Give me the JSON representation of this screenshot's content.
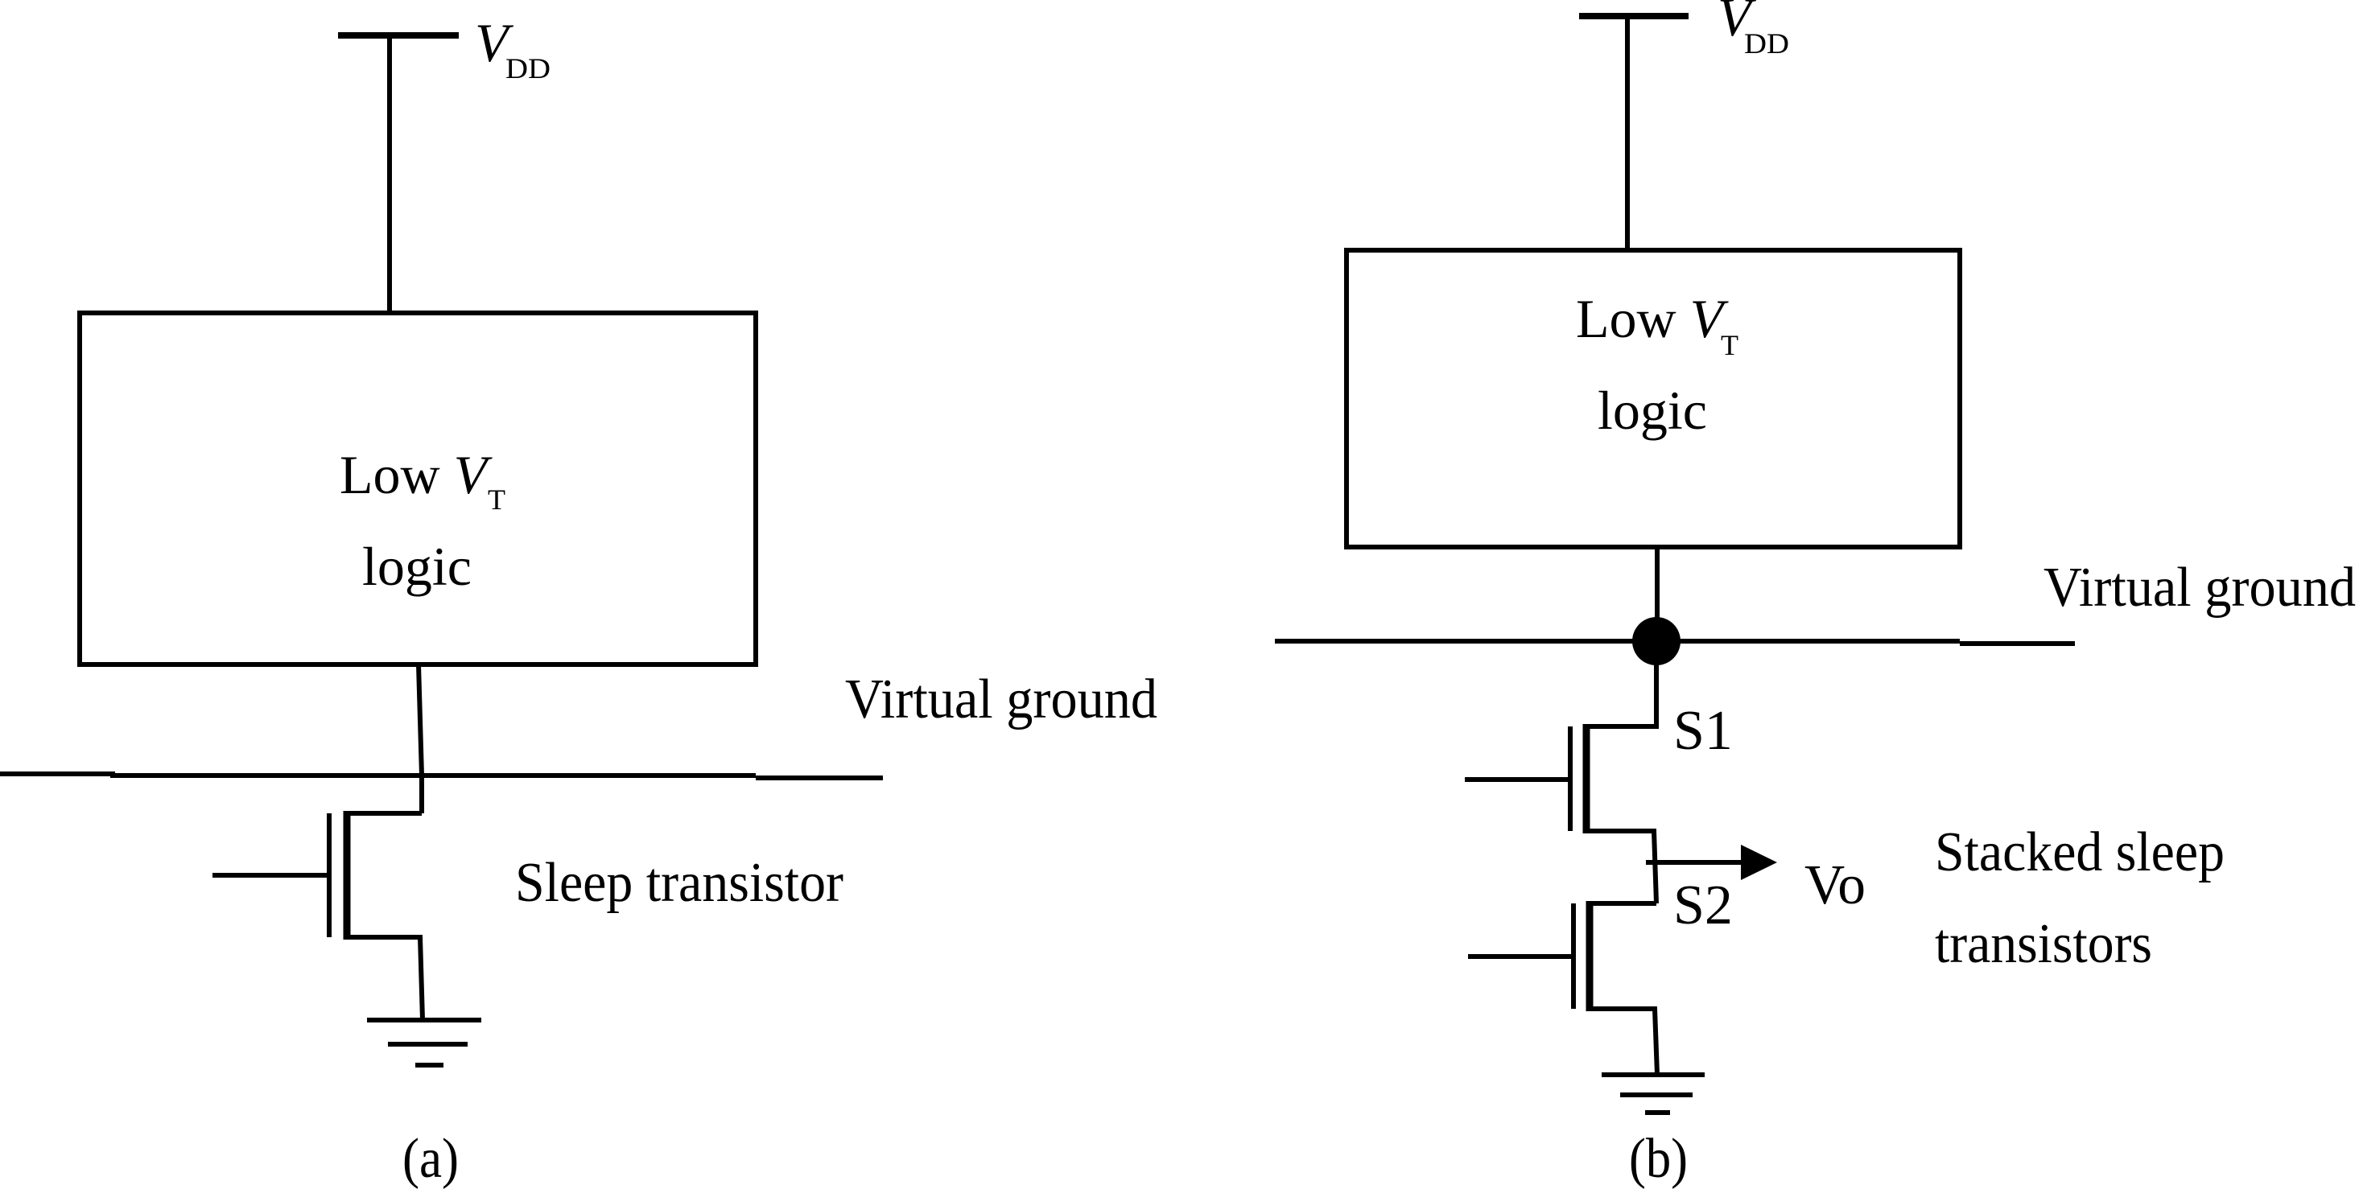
{
  "figure": {
    "colors": {
      "ink": "#000000",
      "background": "#ffffff"
    },
    "panel_a": {
      "caption": "(a)",
      "supply": {
        "symbol": "V",
        "subscript": "DD"
      },
      "logic_block": {
        "line1_prefix": "Low ",
        "line1_symbol": "V",
        "line1_subscript": "T",
        "line2": "logic"
      },
      "rail_label": "Virtual ground",
      "transistor_label": "Sleep transistor"
    },
    "panel_b": {
      "caption": "(b)",
      "supply": {
        "symbol": "V",
        "subscript": "DD"
      },
      "logic_block": {
        "line1_prefix": "Low ",
        "line1_symbol": "V",
        "line1_subscript": "T",
        "line2": "logic"
      },
      "rail_label": "Virtual ground",
      "transistor_labels": [
        "S1",
        "S2"
      ],
      "output_label": "Vo",
      "stack_label_line1": "Stacked sleep",
      "stack_label_line2": "transistors"
    }
  }
}
